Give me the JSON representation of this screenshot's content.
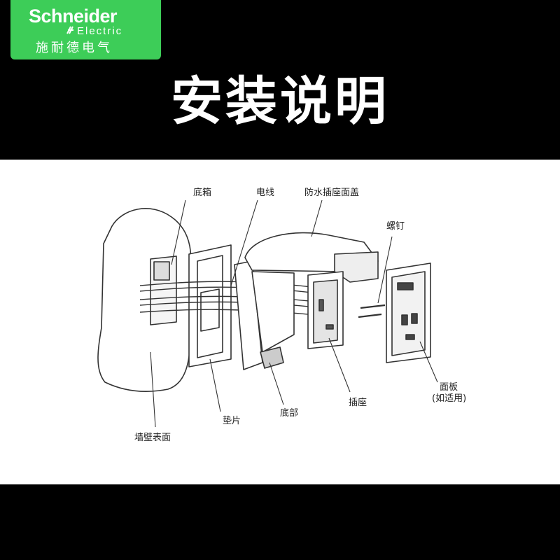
{
  "header": {
    "brand_name": "Schneider",
    "brand_sub": "Electric",
    "brand_cn": "施耐德电气",
    "brand_color": "#3dcd58",
    "title": "安装说明"
  },
  "diagram": {
    "labels": {
      "back_box": "底箱",
      "wire": "电线",
      "cover": "防水插座面盖",
      "screw": "螺钉",
      "plate_line1": "面板",
      "plate_line2": "(如适用)",
      "socket": "插座",
      "base": "底部",
      "gasket": "垫片",
      "wall": "墙壁表面"
    }
  }
}
